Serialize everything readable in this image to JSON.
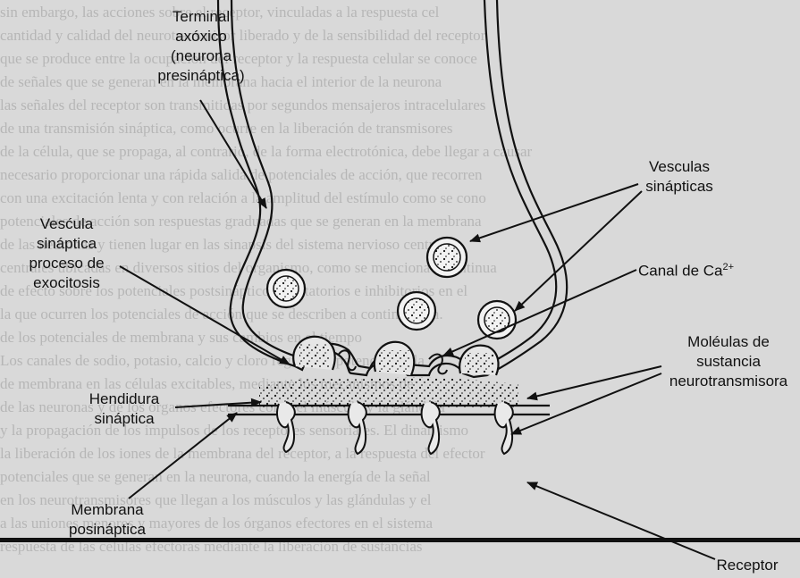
{
  "labels": {
    "terminal": [
      "Terminal",
      "axóxico",
      "(neurona",
      "presináptica)"
    ],
    "vesiculas": [
      "Vesculas",
      "sinápticas"
    ],
    "vesicula_exo": [
      "Vesćula",
      "sináptica",
      "proceso de",
      "exocitosis"
    ],
    "canal_text": "Canal de Ca",
    "canal_sup": "2+",
    "moleculas": [
      "Moléulas de",
      "sustancia",
      "neurotransmisora"
    ],
    "hendidura": [
      "Hendidura",
      "sináptica"
    ],
    "membrana": [
      "Membrana",
      "posináptica"
    ],
    "receptor": "Receptor"
  },
  "colors": {
    "background": "#d9d9d9",
    "ink": "#111111"
  }
}
